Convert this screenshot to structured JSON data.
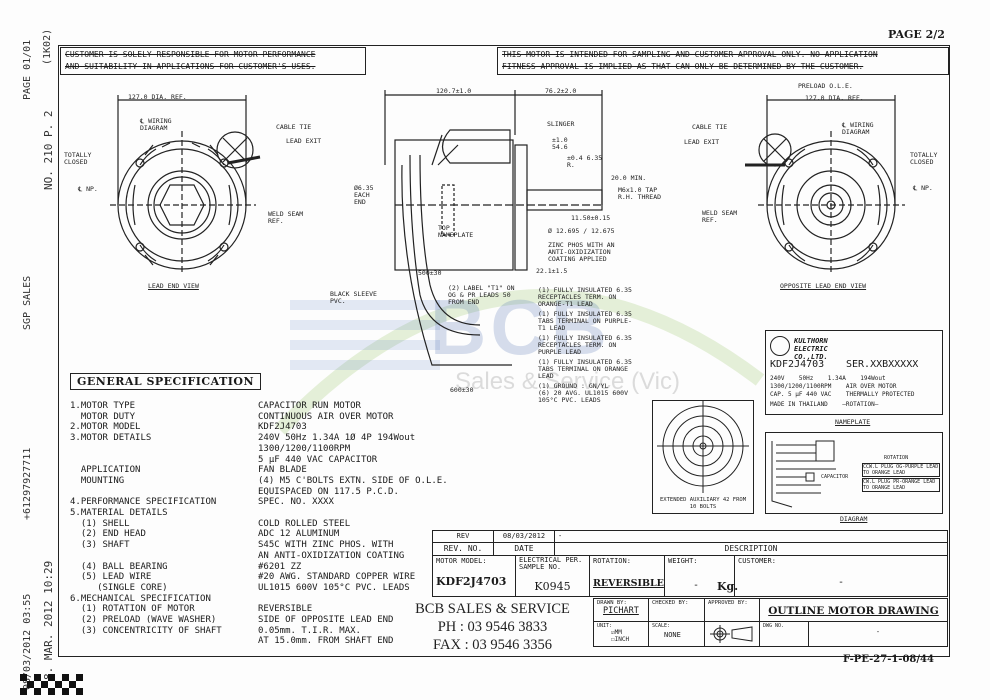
{
  "fax_header": {
    "page": "PAGE 01/01",
    "no": "NO. 210   P. 2",
    "stamp": "(1K02)",
    "sender": "SGP SALES",
    "phone": "+61297927711",
    "sent": "08/03/2012  03:55",
    "received": "8. MAR. 2012  10:29"
  },
  "page_label": "PAGE 2/2",
  "notices": {
    "left": [
      "CUSTOMER IS SOLELY RESPONSIBLE FOR MOTOR PERFORMANCE",
      "AND SUITABILITY IN APPLICATIONS FOR CUSTOMER'S USES."
    ],
    "right": [
      "THIS MOTOR IS INTENDED FOR SAMPLING AND CUSTOMER APPROVAL ONLY. NO APPLICATION",
      "FITNESS APPROVAL IS IMPLIED AS THAT CAN ONLY BE DETERMINED BY THE CUSTOMER."
    ]
  },
  "lead_end_view": {
    "title": "LEAD END VIEW",
    "dia": "127.0 DIA. REF.",
    "wiring": "℄ WIRING DIAGRAM",
    "closed": "TOTALLY CLOSED",
    "np": "℄ NP.",
    "cable_tie": "CABLE TIE",
    "lead_exit": "LEAD EXIT",
    "weld": "WELD SEAM REF."
  },
  "opposite_view": {
    "title": "OPPOSITE LEAD END VIEW",
    "preload": "PRELOAD O.L.E.",
    "dia": "127.0 DIA. REF.",
    "wiring": "℄ WIRING DIAGRAM",
    "closed": "TOTALLY CLOSED",
    "np": "℄ NP.",
    "cable_tie": "CABLE TIE",
    "lead_exit": "LEAD EXIT",
    "weld": "WELD SEAM REF."
  },
  "side_view": {
    "dim1": "120.7±1.0",
    "dim2": "76.2±2.0",
    "slinger": "SLINGER",
    "d3": "±1.0 54.6",
    "d4": "±0.4 6.35 R.",
    "d5": "20.0 MIN.",
    "thread": "M6x1.0 TAP R.H. THREAD",
    "d6": "11.50±0.15",
    "d7": "Ø 12.695 / 12.675",
    "zinc": "ZINC PHOS WITH AN ANTI-OXIDIZATION COATING APPLIED",
    "d8": "22.1±1.5",
    "d9": "500±30",
    "d10": "600±30",
    "each_end": "Ø6.35 EACH END",
    "nameplate": "TOP NAMEPLATE",
    "sleeve": "BLACK SLEEVE PVC.",
    "label_note": "(2) LABEL \"T1\" ON OG & PR LEADS 50 FROM END",
    "leads": [
      "(1) FULLY INSULATED 6.35 RECEPTACLES TERM. ON ORANGE-T1 LEAD",
      "(1) FULLY INSULATED 6.35 TABS TERMINAL ON PURPLE-T1 LEAD",
      "(1) FULLY INSULATED 6.35 RECEPTACLES TERM. ON PURPLE LEAD",
      "(1) FULLY INSULATED 6.35 TABS TERMINAL ON ORANGE LEAD",
      "(1) GROUND : GN/YL",
      "(6) 20 AVG. UL1015 600V 105°C PVC. LEADS"
    ]
  },
  "spec": {
    "title": "GENERAL SPECIFICATION",
    "rows": [
      [
        "1.MOTOR TYPE",
        "CAPACITOR RUN MOTOR"
      ],
      [
        "  MOTOR DUTY",
        "CONTINUOUS AIR OVER MOTOR"
      ],
      [
        "2.MOTOR MODEL",
        "KDF2J4703"
      ],
      [
        "3.MOTOR DETAILS",
        "240V 50Hz 1.34A 1Ø 4P 194Wout"
      ],
      [
        "",
        "1300/1200/1100RPM"
      ],
      [
        "",
        "5 µF 440 VAC CAPACITOR"
      ],
      [
        "  APPLICATION",
        "FAN BLADE"
      ],
      [
        "  MOUNTING",
        "(4) M5 C'BOLTS EXTN. SIDE OF O.L.E."
      ],
      [
        "",
        "EQUISPACED ON 117.5 P.C.D."
      ],
      [
        "4.PERFORMANCE SPECIFICATION",
        "SPEC. NO. XXXX"
      ],
      [
        "5.MATERIAL DETAILS",
        ""
      ],
      [
        "  (1) SHELL",
        "COLD ROLLED STEEL"
      ],
      [
        "  (2) END HEAD",
        "ADC 12 ALUMINUM"
      ],
      [
        "  (3) SHAFT",
        "S45C WITH ZINC PHOS. WITH"
      ],
      [
        "",
        "AN ANTI-OXIDIZATION COATING"
      ],
      [
        "  (4) BALL BEARING",
        "#6201 ZZ"
      ],
      [
        "  (5) LEAD WIRE",
        "#20 AWG. STANDARD COPPER WIRE"
      ],
      [
        "     (SINGLE CORE)",
        "UL1015 600V 105°C PVC. LEADS"
      ],
      [
        "6.MECHANICAL SPECIFICATION",
        ""
      ],
      [
        "  (1) ROTATION OF MOTOR",
        "REVERSIBLE"
      ],
      [
        "  (2) PRELOAD (WAVE WASHER)",
        "SIDE OF OPPOSITE LEAD END"
      ],
      [
        "  (3) CONCENTRICITY OF SHAFT",
        "0.05mm. T.I.R. MAX."
      ],
      [
        "",
        "AT 15.0mm. FROM SHAFT END"
      ]
    ]
  },
  "nameplate": {
    "company": "KULTHORN ELECTRIC CO.,LTD.",
    "model": "KDF2J4703",
    "serial": "SER.XXBXXXXX",
    "line1": "240V    50Hz    1.34A    194Wout",
    "line2": "1300/1200/1100RPM    AIR OVER MOTOR",
    "line3": "CAP. 5 µF 440 VAC    THERMALLY PROTECTED",
    "line4": "MADE IN THAILAND    —ROTATION—",
    "caption": "NAMEPLATE"
  },
  "diagram": {
    "caption": "DIAGRAM",
    "rotation": "ROTATION",
    "ccw": "CCW.L PLUG OG-PURPLE LEAD TO ORANGE LEAD",
    "cw": "CW.L PLUG PR-ORANGE LEAD TO ORANGE LEAD",
    "capacitor": "CAPACITOR"
  },
  "bottom_view": {
    "caption": "EXTENDED AUXILIARY 42 FROM 10 BOLTS"
  },
  "title_block": {
    "rev": "REV",
    "rev_date": "08/03/2012",
    "rev_desc": "-",
    "rev_no_label": "REV. NO.",
    "date_label": "DATE",
    "desc_label": "DESCRIPTION",
    "model_label": "MOTOR MODEL:",
    "model": "KDF2J4703",
    "sample_label": "ELECTRICAL PER. SAMPLE NO.",
    "sample": "K0945",
    "rotation_label": "ROTATION:",
    "rotation": "REVERSIBLE",
    "weight_label": "WEIGHT:",
    "weight": "-",
    "weight_unit": "Kg.",
    "customer_label": "CUSTOMER:",
    "customer": "-",
    "drawn_label": "DRAWN BY:",
    "drawn": "PICHART",
    "checked_label": "CHECKED BY:",
    "approved_label": "APPROVED BY:",
    "title": "OUTLINE MOTOR DRAWING",
    "unit_label": "UNIT:",
    "unit_mm": "☑MM",
    "unit_inch": "☐INCH",
    "scale_label": "SCALE:",
    "scale": "NONE",
    "dwg_label": "DWG NO.",
    "dwg": "-",
    "form_no": "F-PE-27-1-08/44"
  },
  "dealer": {
    "name": "BCB SALES & SERVICE",
    "phone": "PH : 03 9546 3833",
    "fax": "FAX : 03 9546 3356"
  },
  "watermark": {
    "logo": "BCB",
    "tagline": "Sales & Service (Vic)"
  }
}
